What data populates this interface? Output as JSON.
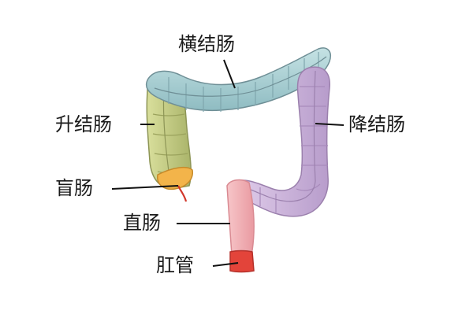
{
  "labels": {
    "transverse_colon": "横结肠",
    "ascending_colon": "升结肠",
    "descending_colon": "降结肠",
    "cecum": "盲肠",
    "rectum": "直肠",
    "anus": "肛管"
  },
  "colors": {
    "transverse": "#a9cfd3",
    "ascending": "#c9cf8a",
    "descending": "#cdb6dc",
    "cecum": "#f3b44a",
    "appendix": "#d2372b",
    "rectum": "#f2aeb3",
    "anus": "#e3443a",
    "outline": "#6f7f86",
    "leader": "#111111"
  }
}
